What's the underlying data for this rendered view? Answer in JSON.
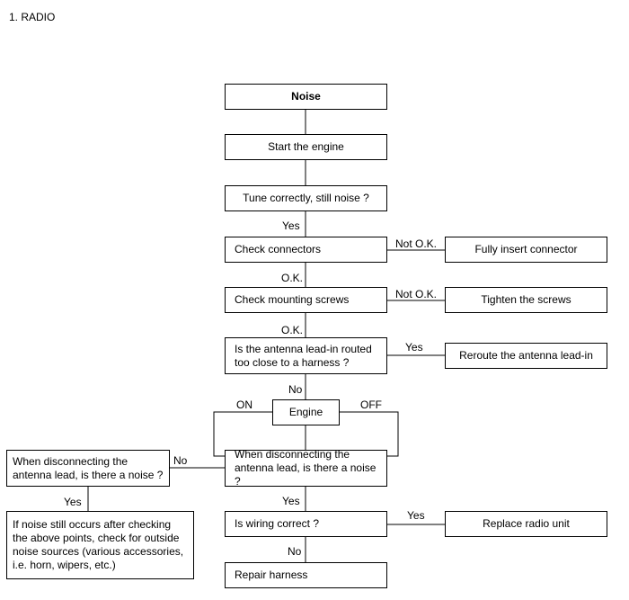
{
  "heading": "1. RADIO",
  "boxes": {
    "noise": "Noise",
    "start_engine": "Start the engine",
    "tune": "Tune correctly, still noise ?",
    "check_connectors": "Check connectors",
    "fully_insert": "Fully insert connector",
    "check_screws": "Check mounting screws",
    "tighten_screws": "Tighten the screws",
    "antenna_routed": "Is the antenna lead-in routed too close to a harness ?",
    "reroute": "Reroute the antenna lead-in",
    "engine": "Engine",
    "disconnect_main": "When disconnecting  the antenna lead, is there a noise ?",
    "disconnect_left": "When disconnecting the antenna lead, is there a noise ?",
    "outside_noise": "If noise still occurs after checking the above points, check for outside noise sources (various accessories, i.e. horn, wipers, etc.)",
    "wiring_correct": "Is wiring correct ?",
    "replace_radio": "Replace radio unit",
    "repair_harness": "Repair harness"
  },
  "labels": {
    "yes_tune": "Yes",
    "not_ok_connectors": "Not O.K.",
    "ok_connectors": "O.K.",
    "not_ok_screws": "Not O.K.",
    "ok_screws": "O.K.",
    "yes_antenna": "Yes",
    "no_antenna": "No",
    "on": "ON",
    "off": "OFF",
    "no_disconnect": "No",
    "yes_left": "Yes",
    "yes_disconnect": "Yes",
    "yes_wiring": "Yes",
    "no_wiring": "No"
  }
}
